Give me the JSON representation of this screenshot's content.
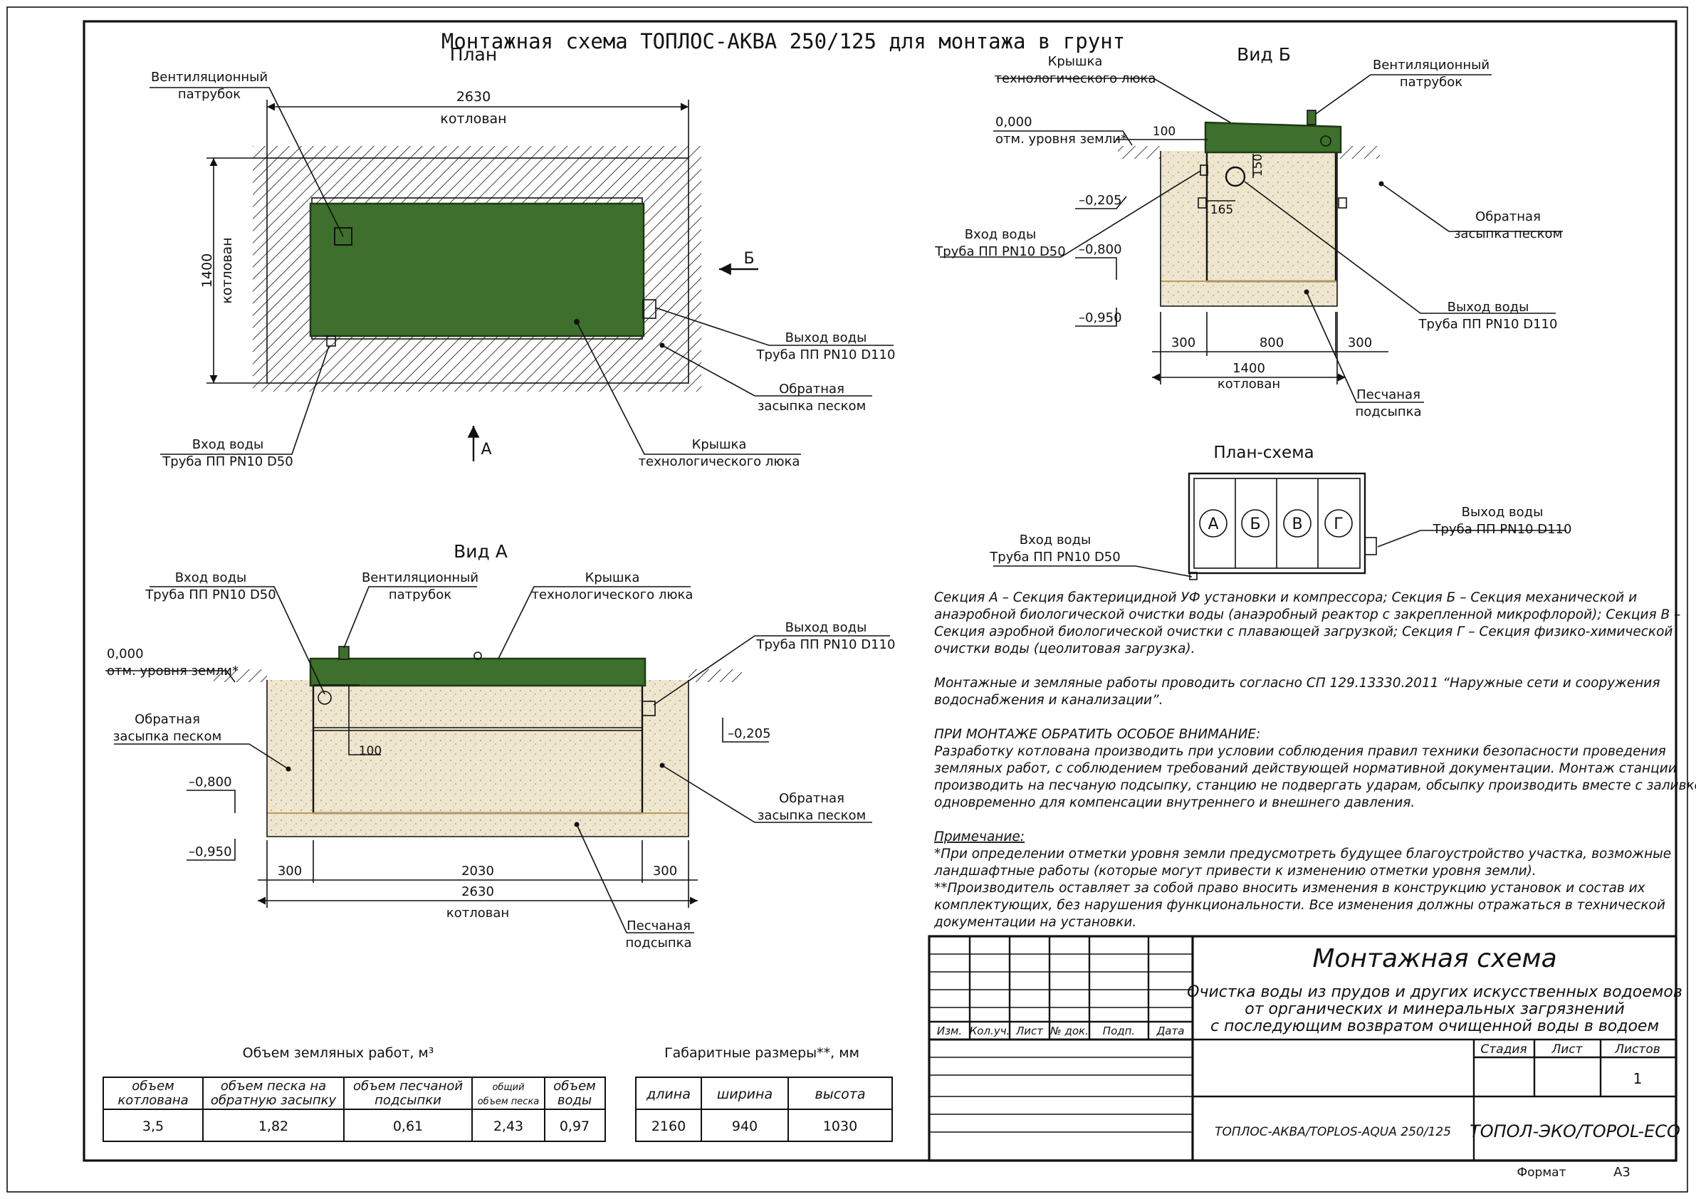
{
  "title": "Монтажная схема ТОПЛОС-АКВА 250/125 для монтажа в грунт",
  "colors": {
    "tank": "#3e6f2d",
    "tank_stroke": "#1e3a15",
    "sand": "#efe6cf",
    "sand_dots": "#b5a981",
    "line": "#111111"
  },
  "plan": {
    "title": "План",
    "vent_label": [
      "Вентиляционный",
      "патрубок"
    ],
    "width_dim": "2630",
    "width_note": "котлован",
    "height_dim": "1400",
    "height_note": "котлован",
    "arrow_b": "Б",
    "arrow_a": "А",
    "outlet_label": [
      "Выход воды",
      "Труба ПП PN10 D110"
    ],
    "backfill_label": [
      "Обратная",
      "засыпка песком"
    ],
    "inlet_label": [
      "Вход воды",
      "Труба ПП PN10 D50"
    ],
    "lid_label": [
      "Крышка",
      "технологического люка"
    ]
  },
  "view_b": {
    "title": "Вид Б",
    "lid_label": [
      "Крышка",
      "технологического люка"
    ],
    "vent_label": [
      "Вентиляционный",
      "патрубок"
    ],
    "ground_value": "0,000",
    "ground_label": "отм. уровня земли*",
    "dim_100": "100",
    "dim_150": "150",
    "dim_165": "165",
    "level_205": "–0,205",
    "level_800": "–0,800",
    "level_950": "–0,950",
    "inlet_label": [
      "Вход воды",
      "Труба ПП PN10 D50"
    ],
    "backfill_label": [
      "Обратная",
      "засыпка песком"
    ],
    "outlet_label": [
      "Выход воды",
      "Труба ПП PN10 D110"
    ],
    "dims_bottom": [
      "300",
      "800",
      "300"
    ],
    "total": "1400",
    "total_note": "котлован",
    "sand_label": [
      "Песчаная",
      "подсыпка"
    ]
  },
  "plan_scheme": {
    "title": "План-схема",
    "sections": [
      "А",
      "Б",
      "В",
      "Г"
    ],
    "outlet_label": [
      "Выход воды",
      "Труба ПП PN10 D110"
    ],
    "inlet_label": [
      "Вход воды",
      "Труба ПП PN10 D50"
    ]
  },
  "view_a": {
    "title": "Вид А",
    "inlet_label": [
      "Вход воды",
      "Труба ПП PN10 D50"
    ],
    "vent_label": [
      "Вентиляционный",
      "патрубок"
    ],
    "lid_label": [
      "Крышка",
      "технологического люка"
    ],
    "outlet_label": [
      "Выход воды",
      "Труба ПП PN10 D110"
    ],
    "ground_value": "0,000",
    "ground_label": "отм. уровня земли*",
    "backfill_label_left": [
      "Обратная",
      "засыпка песком"
    ],
    "backfill_label_right": [
      "Обратная",
      "засыпка песком"
    ],
    "level_205": "–0,205",
    "level_800": "–0,800",
    "level_950": "–0,950",
    "dim_100": "100",
    "dims_bottom": [
      "300",
      "2030",
      "300"
    ],
    "total": "2630",
    "total_note": "котлован",
    "sand_label": [
      "Песчаная",
      "подсыпка"
    ]
  },
  "notes": [
    "Секция А  – Секция бактерицидной УФ установки и компрессора; Секция Б – Секция механической и",
    "анаэробной биологической очистки воды (анаэробный реактор с закрепленной микрофлорой); Секция В –",
    "Секция аэробной биологической очистки с плавающей загрузкой; Секция Г – Секция физико-химической",
    "очистки воды (цеолитовая загрузка).",
    "",
    "        Монтажные и земляные работы проводить согласно СП 129.13330.2011 “Наружные сети и сооружения",
    "водоснабжения и канализации”.",
    "",
    "        ПРИ МОНТАЖЕ ОБРАТИТЬ ОСОБОЕ ВНИМАНИЕ:",
    "        Разработку котлована производить при условии соблюдения правил техники безопасности проведения",
    "земляных работ, с соблюдением требований действующей нормативной документации. Монтаж станции",
    "производить на песчаную подсыпку, станцию не подвергать ударам, обсыпку производить вместе с заливкой",
    "одновременно для компенсации внутреннего и внешнего давления.",
    "",
    "        Примечание:",
    "        *При определении отметки уровня земли предусмотреть будущее благоустройство участка, возможные",
    "ландшафтные работы (которые могут привести к изменению отметки уровня земли).",
    "        **Производитель оставляет за собой право вносить изменения в конструкцию установок и состав их",
    "комплектующих, без нарушения функциональности. Все изменения должны отражаться в технической",
    "документации на установки."
  ],
  "earthworks": {
    "caption": "Объем земляных работ, м³",
    "headers": [
      [
        "объем",
        "котлована"
      ],
      [
        "объем песка на",
        "обратную засыпку"
      ],
      [
        "объем песчаной",
        "подсыпки"
      ],
      [
        "общий",
        "объем песка"
      ],
      [
        "объем",
        "воды"
      ]
    ],
    "values": [
      "3,5",
      "1,82",
      "0,61",
      "2,43",
      "0,97"
    ]
  },
  "dimensions": {
    "caption": "Габаритные размеры**, мм",
    "headers": [
      "длина",
      "ширина",
      "высота"
    ],
    "values": [
      "2160",
      "940",
      "1030"
    ]
  },
  "title_block": {
    "heading": "Монтажная схема",
    "description": [
      "Очистка воды из прудов и других искусственных водоемов",
      "от органических и минеральных загрязнений",
      "с последующим возвратом очищенной воды в водоем"
    ],
    "columns": [
      "Изм.",
      "Кол.уч.",
      "Лист",
      "№ док.",
      "Подп.",
      "Дата"
    ],
    "stage_headers": [
      "Стадия",
      "Лист",
      "Листов"
    ],
    "sheets": "1",
    "product": "ТОПЛОС-АКВА/TOPLOS-AQUA 250/125",
    "company": "ТОПОЛ-ЭКО/TOPOL-ECO"
  },
  "format_label": "Формат",
  "format_value": "А3"
}
